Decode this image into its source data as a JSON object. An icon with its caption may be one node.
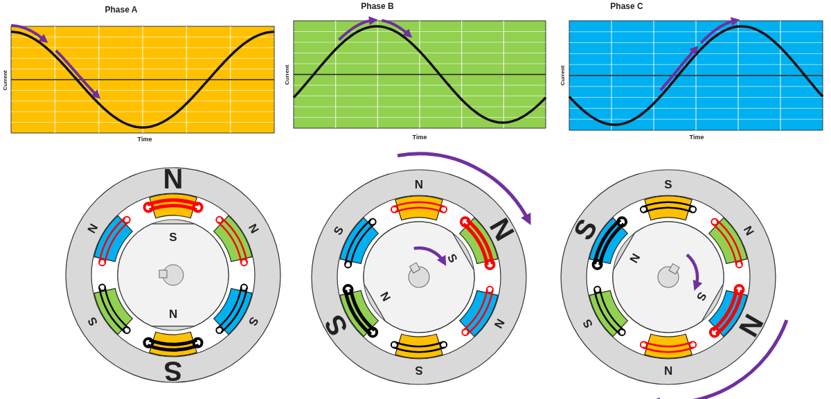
{
  "diagram": {
    "labels": [
      "Phase A",
      "Current",
      "Time",
      "Phase B",
      "Current",
      "Time",
      "Phase C",
      "Current",
      "Time",
      "N",
      "N",
      "S",
      "N",
      "N",
      "S",
      "S",
      "S",
      "N",
      "N",
      "S",
      "S",
      "N",
      "N",
      "S",
      "S",
      "S",
      "S",
      "N",
      "N",
      "S",
      "S",
      "N",
      "N"
    ]
  }
}
